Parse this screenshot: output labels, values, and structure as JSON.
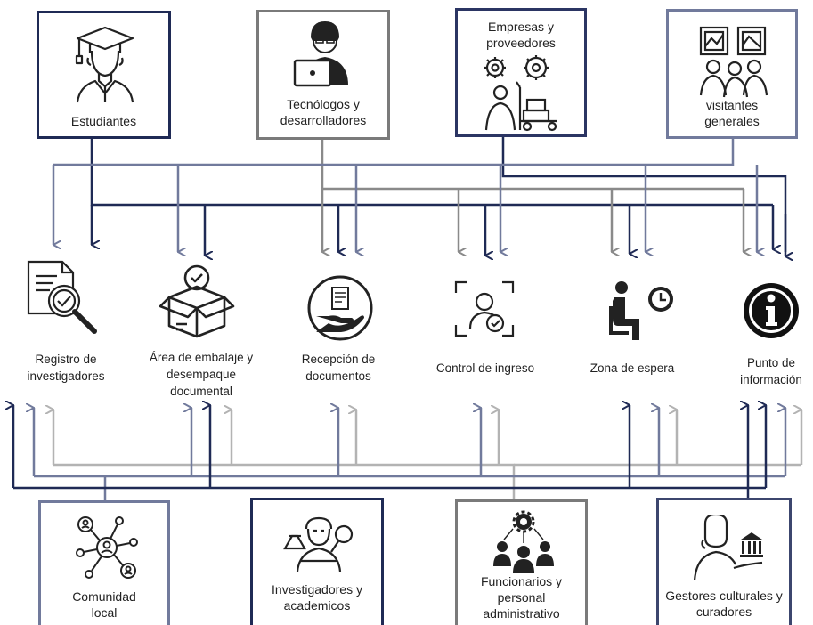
{
  "stakeholders_top": [
    {
      "id": "estudiantes",
      "label": "Estudiantes"
    },
    {
      "id": "tecnologos",
      "label": "Tecnólogos y desarrolladores"
    },
    {
      "id": "empresas",
      "label": "Empresas y proveedores"
    },
    {
      "id": "visitantes",
      "label": "visitantes generales"
    }
  ],
  "zones": [
    {
      "id": "registro",
      "label": "Registro de investigadores"
    },
    {
      "id": "embalaje",
      "label": "Área de embalaje y desempaque documental"
    },
    {
      "id": "recepcion",
      "label": "Recepción de documentos"
    },
    {
      "id": "control",
      "label": "Control de ingreso"
    },
    {
      "id": "espera",
      "label": "Zona de espera"
    },
    {
      "id": "informacion",
      "label": "Punto de información"
    }
  ],
  "stakeholders_bottom": [
    {
      "id": "comunidad",
      "label": "Comunidad local"
    },
    {
      "id": "investigadores",
      "label": "Investigadores y academicos"
    },
    {
      "id": "funcionarios",
      "label": "Funcionarios y personal administrativo"
    },
    {
      "id": "gestores",
      "label": "Gestores culturales y curadores"
    }
  ],
  "colors": {
    "navy": "#1f2a55",
    "slate": "#717a9c",
    "gray": "#8a8a8a",
    "lightgray": "#b3b3b3"
  }
}
